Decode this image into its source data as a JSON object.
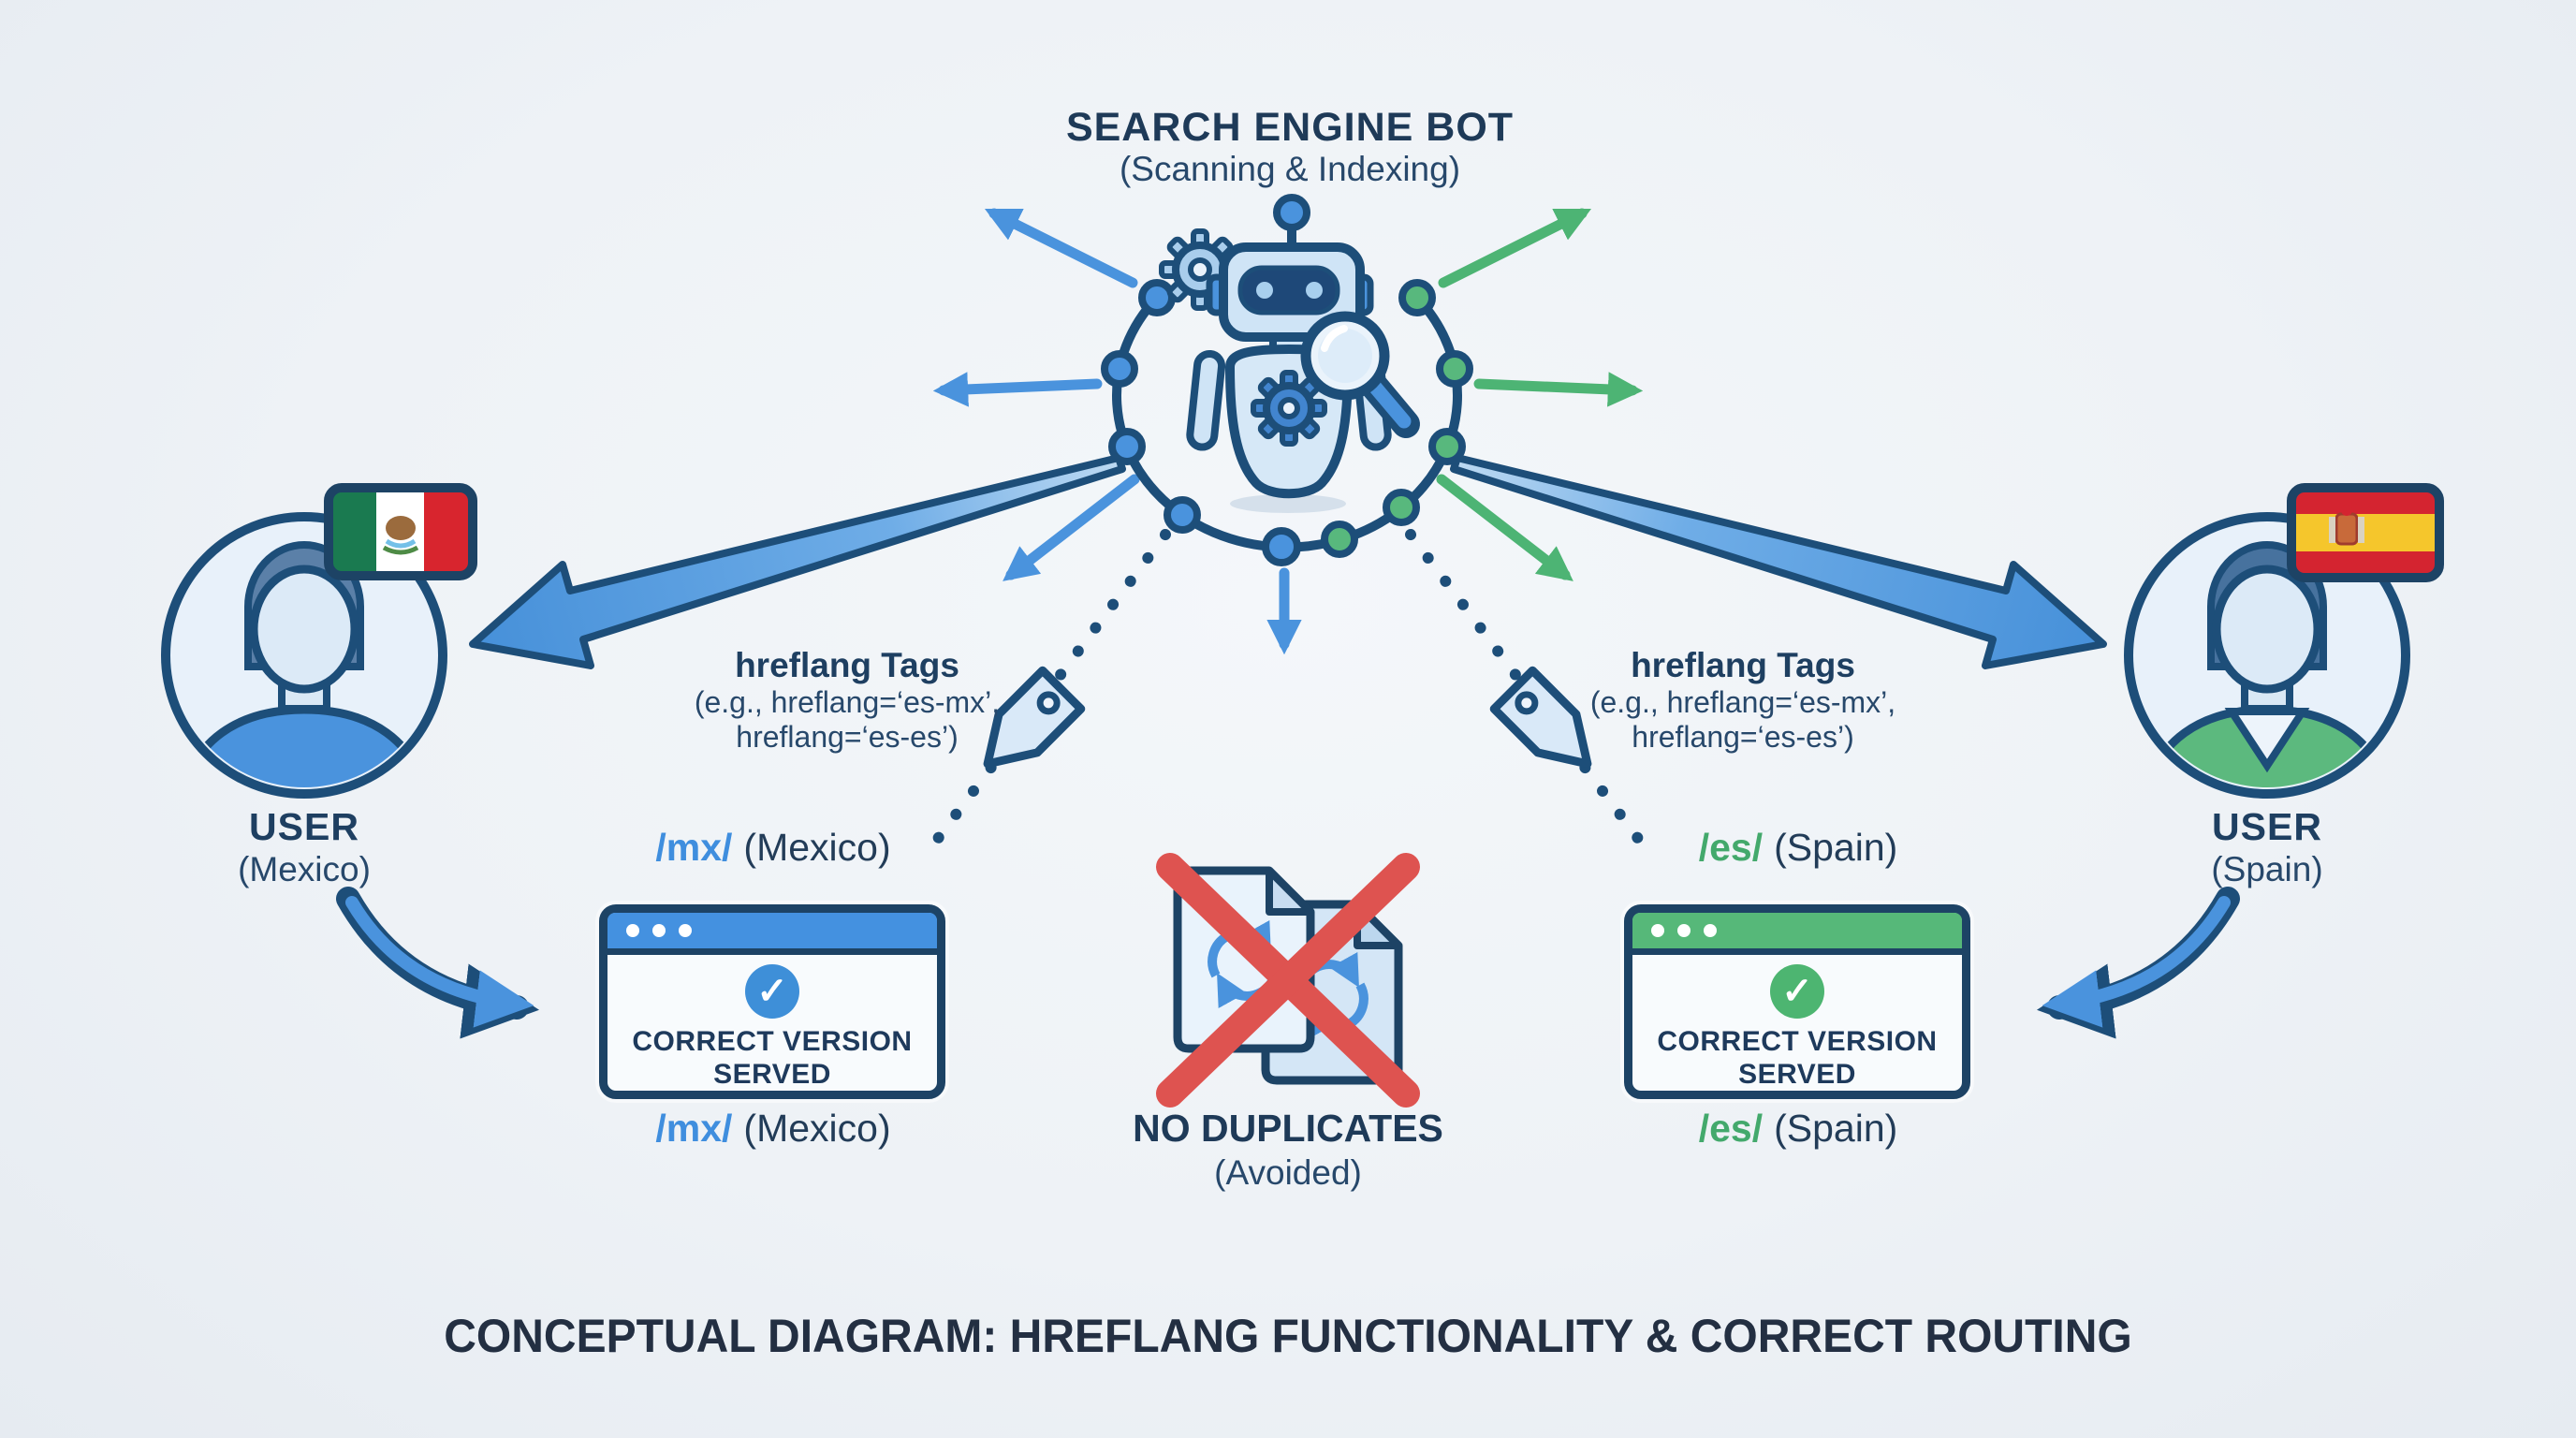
{
  "icons": {
    "check": "✓"
  },
  "colors": {
    "navy": "#1d4e79",
    "text": "#21405f",
    "blue": "#4a93dd",
    "green": "#4db474",
    "red": "#de5350",
    "background": "#eef2f6"
  },
  "bot": {
    "title": "SEARCH ENGINE BOT",
    "subtitle": "(Scanning & Indexing)"
  },
  "hreflang": {
    "title": "hreflang Tags",
    "line1": "(e.g., hreflang=‘es-mx’,",
    "line2": "hreflang=‘es-es’)"
  },
  "user_left": {
    "title": "USER",
    "region": "(Mexico)"
  },
  "user_right": {
    "title": "USER",
    "region": "(Spain)"
  },
  "site_left": {
    "path": "/mx/",
    "region": "(Mexico)",
    "status": "CORRECT VERSION SERVED"
  },
  "site_right": {
    "path": "/es/",
    "region": "(Spain)",
    "status": "CORRECT VERSION SERVED"
  },
  "duplicates": {
    "title": "NO DUPLICATES",
    "subtitle": "(Avoided)"
  },
  "footer": {
    "title": "CONCEPTUAL DIAGRAM: HREFLANG FUNCTIONALITY & CORRECT ROUTING"
  }
}
